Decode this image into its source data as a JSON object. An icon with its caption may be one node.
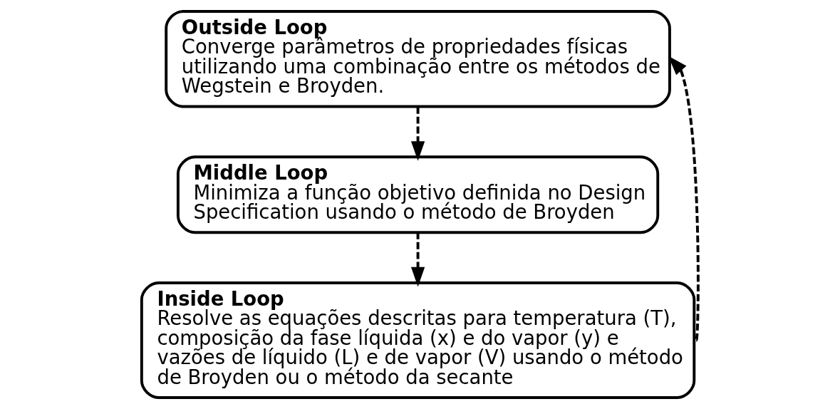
{
  "diagram": {
    "nodes": [
      {
        "text": [
          "Outside Loop",
          "Converge parâmetros de propriedades físicas utilizando uma combinação entre os métodos de Wegstein e Broyden."
        ]
      },
      {
        "text": [
          "Middle Loop",
          "Minimiza a função objetivo definida no Design Specification usando o método de Broyden"
        ]
      },
      {
        "text": [
          "Inside Loop",
          "Resolve as equações descritas para temperatura (T), composição da fase líquida (x) e do vapor (y) e vazões de líquido (L) e de vapor (V) usando o método de Broyden ou o método da secante"
        ]
      }
    ],
    "edges": [
      {
        "from": 0,
        "to": 1,
        "arrow": "to",
        "style": "dashed"
      },
      {
        "from": 1,
        "to": 2,
        "arrow": "to",
        "style": "dashed"
      },
      {
        "from": 2,
        "to": 0,
        "arrow": "to",
        "style": "dashed"
      }
    ]
  }
}
